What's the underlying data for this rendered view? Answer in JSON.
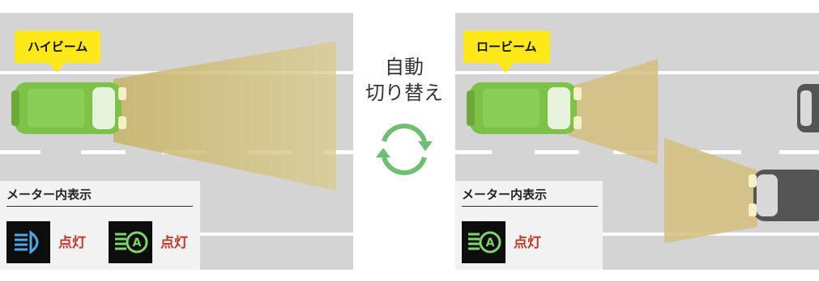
{
  "left_panel": {
    "tag": "ハイビーム",
    "meter_title": "メーター内表示",
    "indicators": [
      {
        "icon": "high-beam-icon",
        "status": "点灯"
      },
      {
        "icon": "auto-high-beam-icon",
        "status": "点灯"
      }
    ]
  },
  "right_panel": {
    "tag": "ロービーム",
    "meter_title": "メーター内表示",
    "indicators": [
      {
        "icon": "auto-high-beam-icon",
        "status": "点灯"
      }
    ]
  },
  "center": {
    "line1": "自動",
    "line2": "切り替え",
    "icon": "refresh-cycle-icon"
  },
  "colors": {
    "road": "#d4d4d4",
    "car": "#7cc247",
    "beam": "#d9c98a",
    "tag": "#ffe81a",
    "indicator_text": "#c0392b",
    "cycle": "#6fbf73"
  }
}
